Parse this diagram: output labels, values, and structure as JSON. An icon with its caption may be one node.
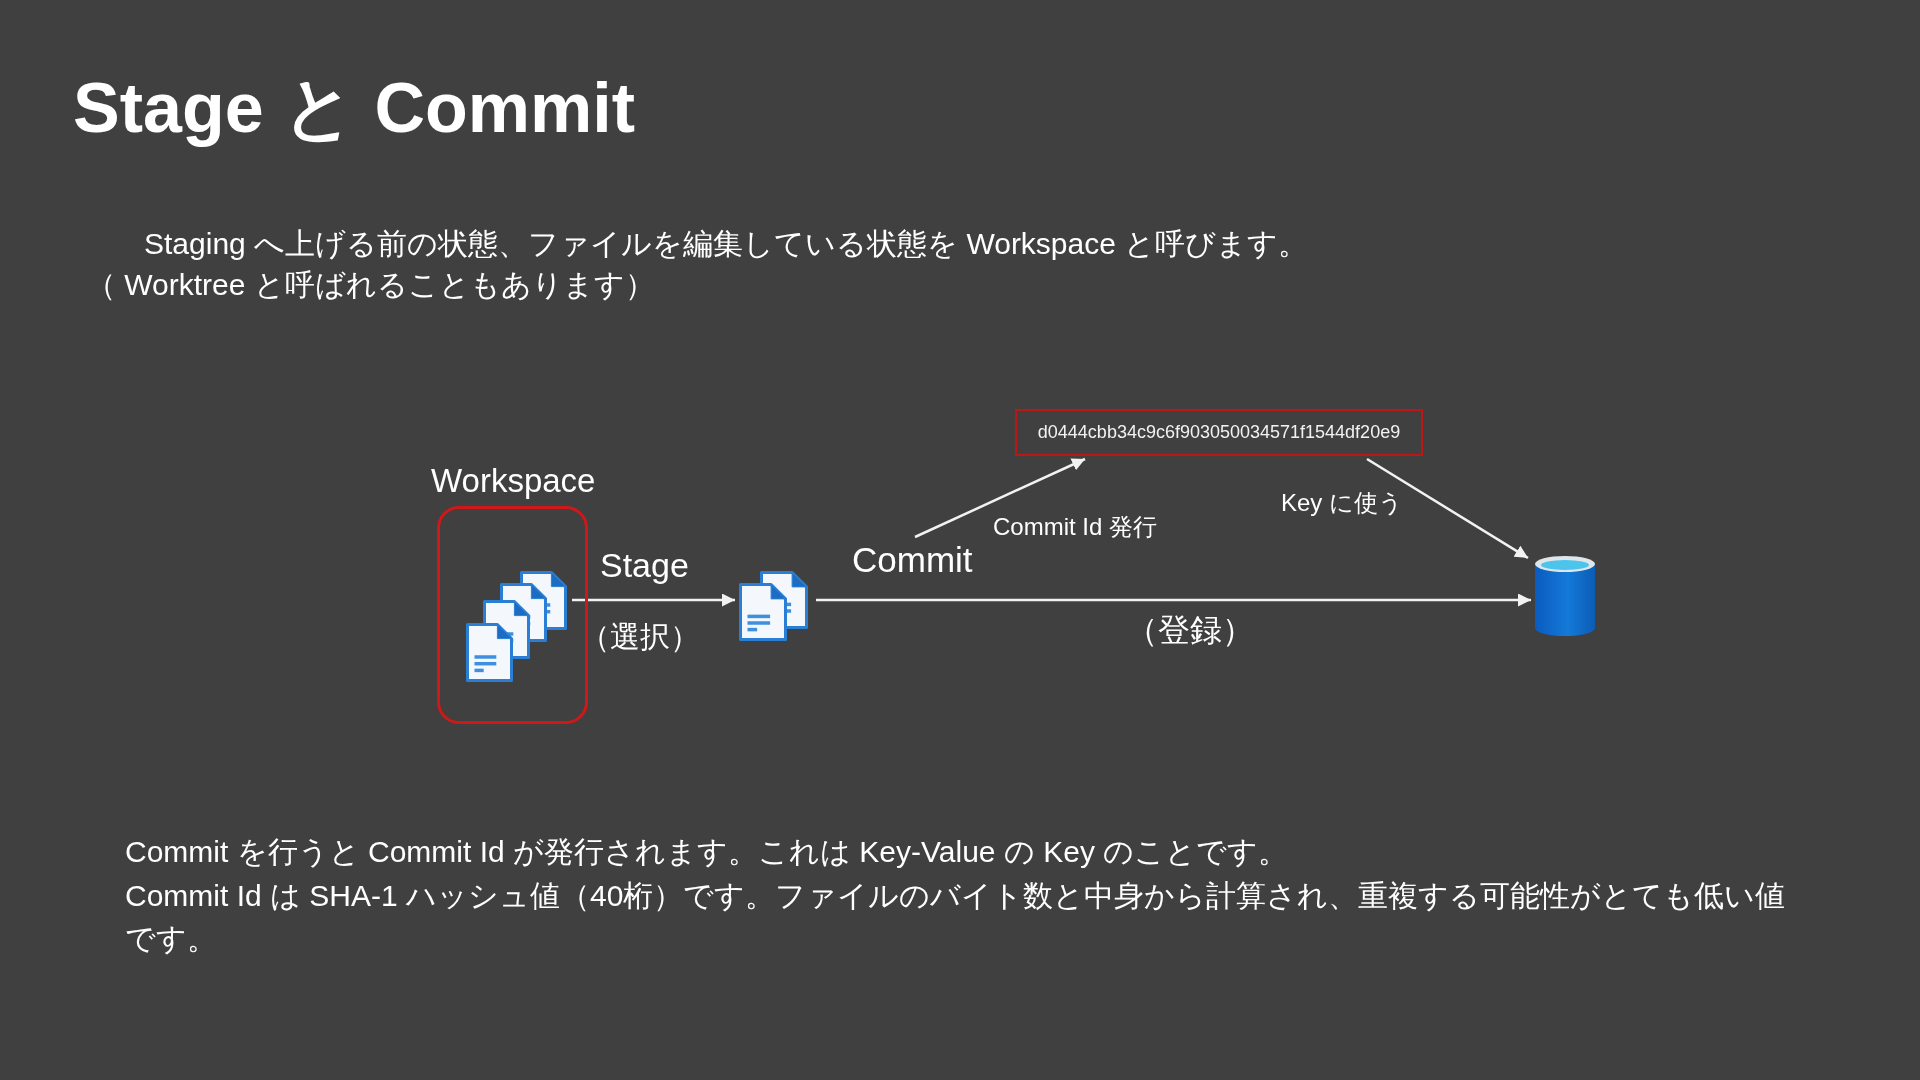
{
  "diagram": {
    "title": "Stage と Commit",
    "nodes": [
      {
        "text": [
          "Workspace"
        ]
      },
      {
        "text": [],
        "shape": "picture",
        "in": 0
      },
      {
        "text": [],
        "shape": "picture"
      },
      {
        "text": [
          "d0444cbb34c9c6f903050034571f1544df20e9"
        ]
      },
      {
        "text": [],
        "shape": "cylinder"
      }
    ],
    "edges": [
      {
        "from": 1,
        "to": 2,
        "arrow": "to",
        "label": "Stage"
      },
      {
        "from": 2,
        "to": 4,
        "arrow": "to",
        "label": "Commit"
      },
      {
        "from": null,
        "to": 3,
        "arrow": "to",
        "label": "Commit Id 発行"
      },
      {
        "from": 3,
        "to": 4,
        "arrow": "to",
        "label": "Key に使う"
      }
    ],
    "labels": [
      "Staging へ上げる前の状態、ファイルを編集している状態を Workspace と呼びます。",
      "（ Worktree と呼ばれることもあります）",
      "（選択）",
      "（登録）",
      "Commit を行うと Commit Id が発行されます。これは Key-Value の Key のことです。",
      "Commit Id は SHA-1 ハッシュ値（40桁）です。ファイルのバイト数と中身から計算され、重複する可能性がとても低い値です。"
    ]
  }
}
